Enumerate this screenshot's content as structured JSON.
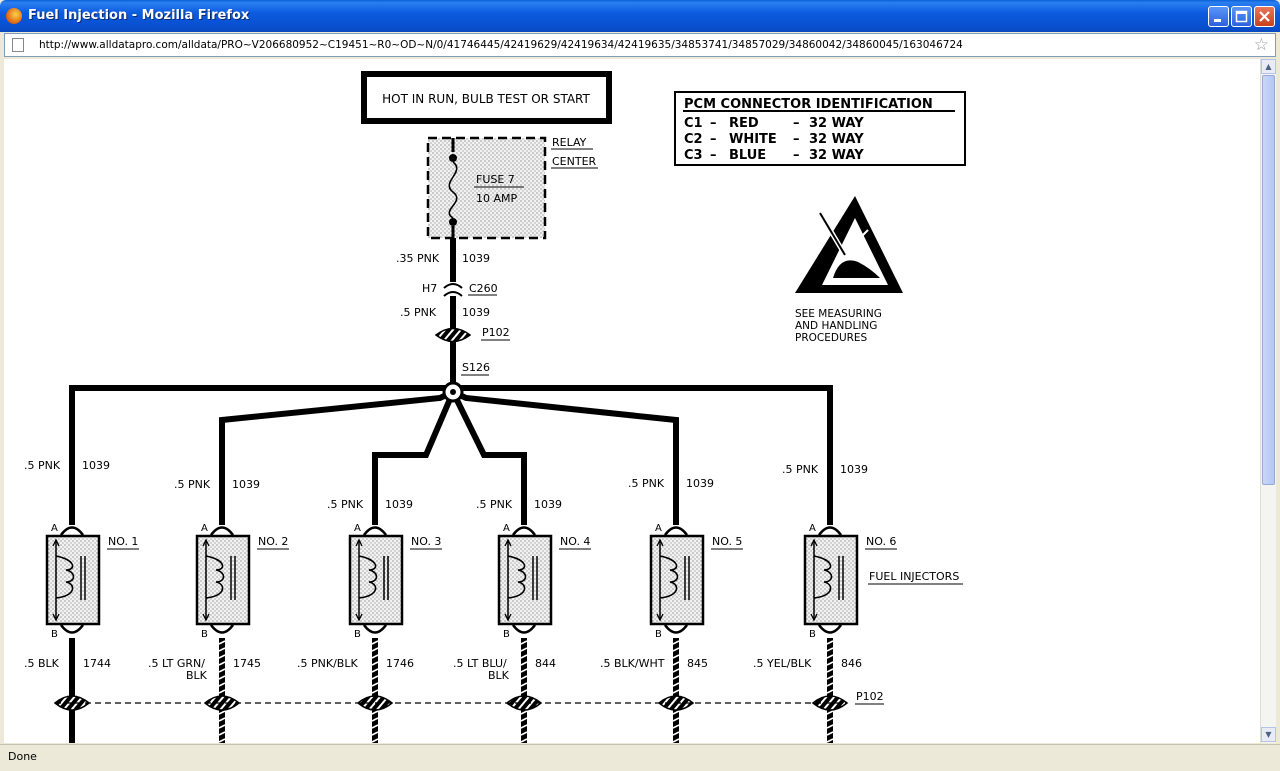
{
  "window": {
    "title": "Fuel Injection - Mozilla Firefox",
    "url": "http://www.alldatapro.com/alldata/PRO~V206680952~C19451~R0~OD~N/0/41746445/42419629/42419634/42419635/34853741/34857029/34860042/34860045/163046724",
    "status": "Done"
  },
  "diagram": {
    "power_box": "HOT IN RUN, BULB TEST OR START",
    "relay_center": [
      "RELAY",
      "CENTER"
    ],
    "fuse": [
      "FUSE 7",
      "10 AMP"
    ],
    "wire_top": {
      "size": ".35 PNK",
      "circuit": "1039"
    },
    "connector_h7": "H7",
    "connector_c260": "C260",
    "wire_mid": {
      "size": ".5 PNK",
      "circuit": "1039"
    },
    "p102_top": "P102",
    "splice": "S126",
    "pcm_table": {
      "title": "PCM CONNECTOR IDENTIFICATION",
      "rows": [
        {
          "id": "C1",
          "color": "RED",
          "ways": "32 WAY"
        },
        {
          "id": "C2",
          "color": "WHITE",
          "ways": "32 WAY"
        },
        {
          "id": "C3",
          "color": "BLUE",
          "ways": "32 WAY"
        }
      ]
    },
    "esd_note": [
      "SEE MEASURING",
      "AND HANDLING",
      "PROCEDURES"
    ],
    "injectors_label": "FUEL INJECTORS",
    "p102_bottom": "P102",
    "pin_a": "A",
    "pin_b": "B",
    "injectors": [
      {
        "label": "NO. 1",
        "feed": ".5 PNK",
        "feed_circuit": "1039",
        "ret": [
          ".5 BLK"
        ],
        "ret_circuit": "1744"
      },
      {
        "label": "NO. 2",
        "feed": ".5 PNK",
        "feed_circuit": "1039",
        "ret": [
          ".5 LT GRN/",
          "BLK"
        ],
        "ret_circuit": "1745"
      },
      {
        "label": "NO. 3",
        "feed": ".5 PNK",
        "feed_circuit": "1039",
        "ret": [
          ".5 PNK/BLK"
        ],
        "ret_circuit": "1746"
      },
      {
        "label": "NO. 4",
        "feed": ".5 PNK",
        "feed_circuit": "1039",
        "ret": [
          ".5 LT BLU/",
          "BLK"
        ],
        "ret_circuit": "844"
      },
      {
        "label": "NO. 5",
        "feed": ".5 PNK",
        "feed_circuit": "1039",
        "ret": [
          ".5 BLK/WHT"
        ],
        "ret_circuit": "845"
      },
      {
        "label": "NO. 6",
        "feed": ".5 PNK",
        "feed_circuit": "1039",
        "ret": [
          ".5 YEL/BLK"
        ],
        "ret_circuit": "846"
      }
    ]
  }
}
